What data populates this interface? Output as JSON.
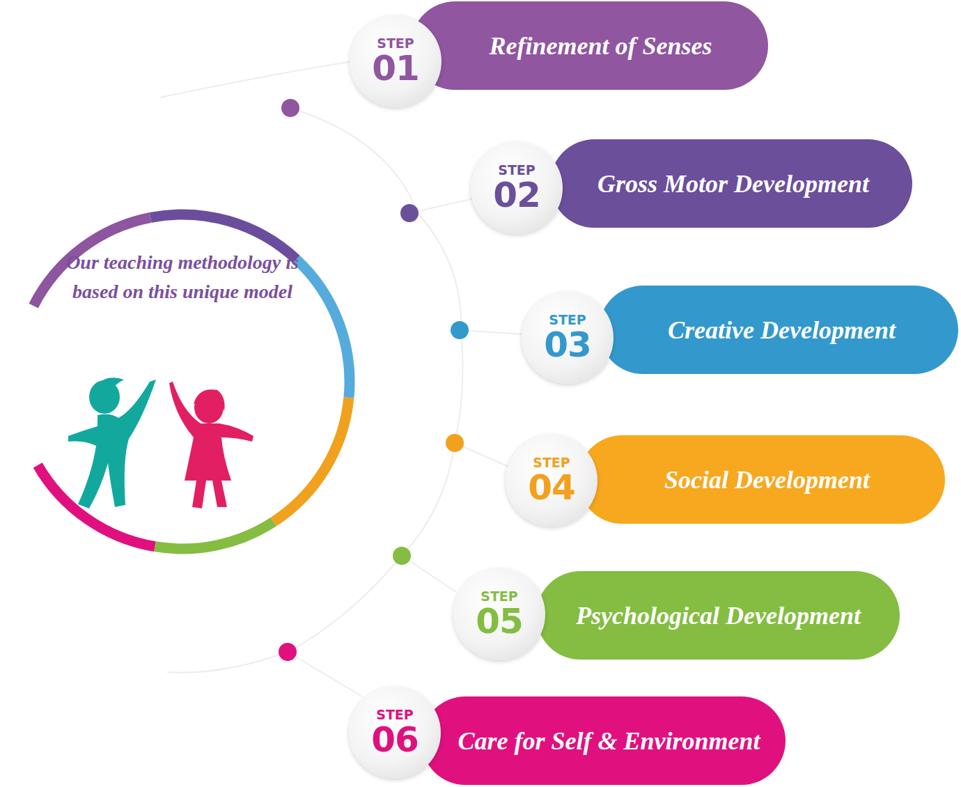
{
  "diagram": {
    "nodes": [
      {
        "text": [
          "Our teaching methodology is based on this unique model"
        ]
      },
      {
        "text": [
          "STEP",
          "01"
        ]
      },
      {
        "text": [
          "Refinement of Senses"
        ]
      },
      {
        "text": [
          "STEP",
          "02"
        ]
      },
      {
        "text": [
          "Gross Motor Development"
        ]
      },
      {
        "text": [
          "STEP",
          "03"
        ]
      },
      {
        "text": [
          "Creative Development"
        ]
      },
      {
        "text": [
          "STEP",
          "04"
        ]
      },
      {
        "text": [
          "Social Development"
        ]
      },
      {
        "text": [
          "STEP",
          "05"
        ]
      },
      {
        "text": [
          "Psychological Development"
        ]
      },
      {
        "text": [
          "STEP",
          "06"
        ]
      },
      {
        "text": [
          "Care for Self & Environment"
        ]
      }
    ]
  }
}
